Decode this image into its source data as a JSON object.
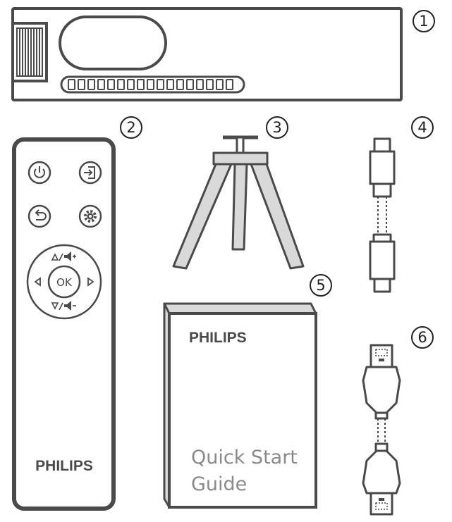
{
  "callouts": [
    "1",
    "2",
    "3",
    "4",
    "5",
    "6"
  ],
  "remote": {
    "brand": "PHILIPS",
    "ok_label": "OK",
    "up_label": "△/◀+",
    "down_label": "▽/◀−"
  },
  "guide": {
    "brand": "PHILIPS",
    "title_line1": "Quick Start",
    "title_line2": "Guide"
  },
  "colors": {
    "outline": "#4a4a4a",
    "tripod_fill": "#d9d9d9",
    "guide_text": "#8a8a8a"
  }
}
